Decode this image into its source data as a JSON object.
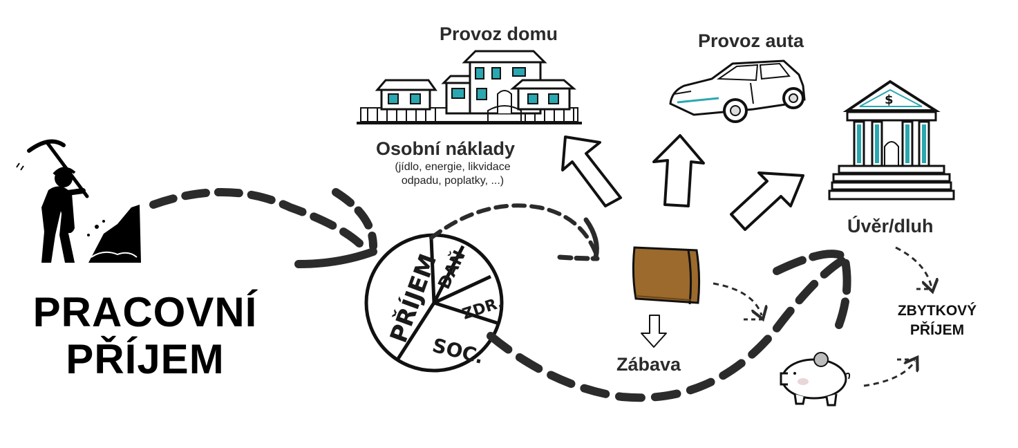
{
  "main_title": {
    "line1": "PRACOVNÍ",
    "line2": "PŘÍJEM"
  },
  "labels": {
    "house": "Provoz domu",
    "car": "Provoz auta",
    "personal_costs": "Osobní náklady",
    "personal_costs_detail_1": "(jídlo, energie, likvidace",
    "personal_costs_detail_2": "odpadu, poplatky, ...)",
    "loan": "Úvěr/dluh",
    "fun": "Zábava",
    "residual_1": "ZBYTKOVÝ",
    "residual_2": "PŘÍJEM"
  },
  "pie": {
    "income": "PŘÍJEM",
    "tax": "DAŇ",
    "health": "ZDR.",
    "social": "SOC."
  },
  "colors": {
    "wallet": "#9b6a2c",
    "building_accent": "#2aa7b0",
    "ink": "#2b2b2b"
  },
  "icons": [
    "miner-icon",
    "house-icon",
    "car-icon",
    "bank-icon",
    "wallet-icon",
    "piggy-bank-icon"
  ]
}
